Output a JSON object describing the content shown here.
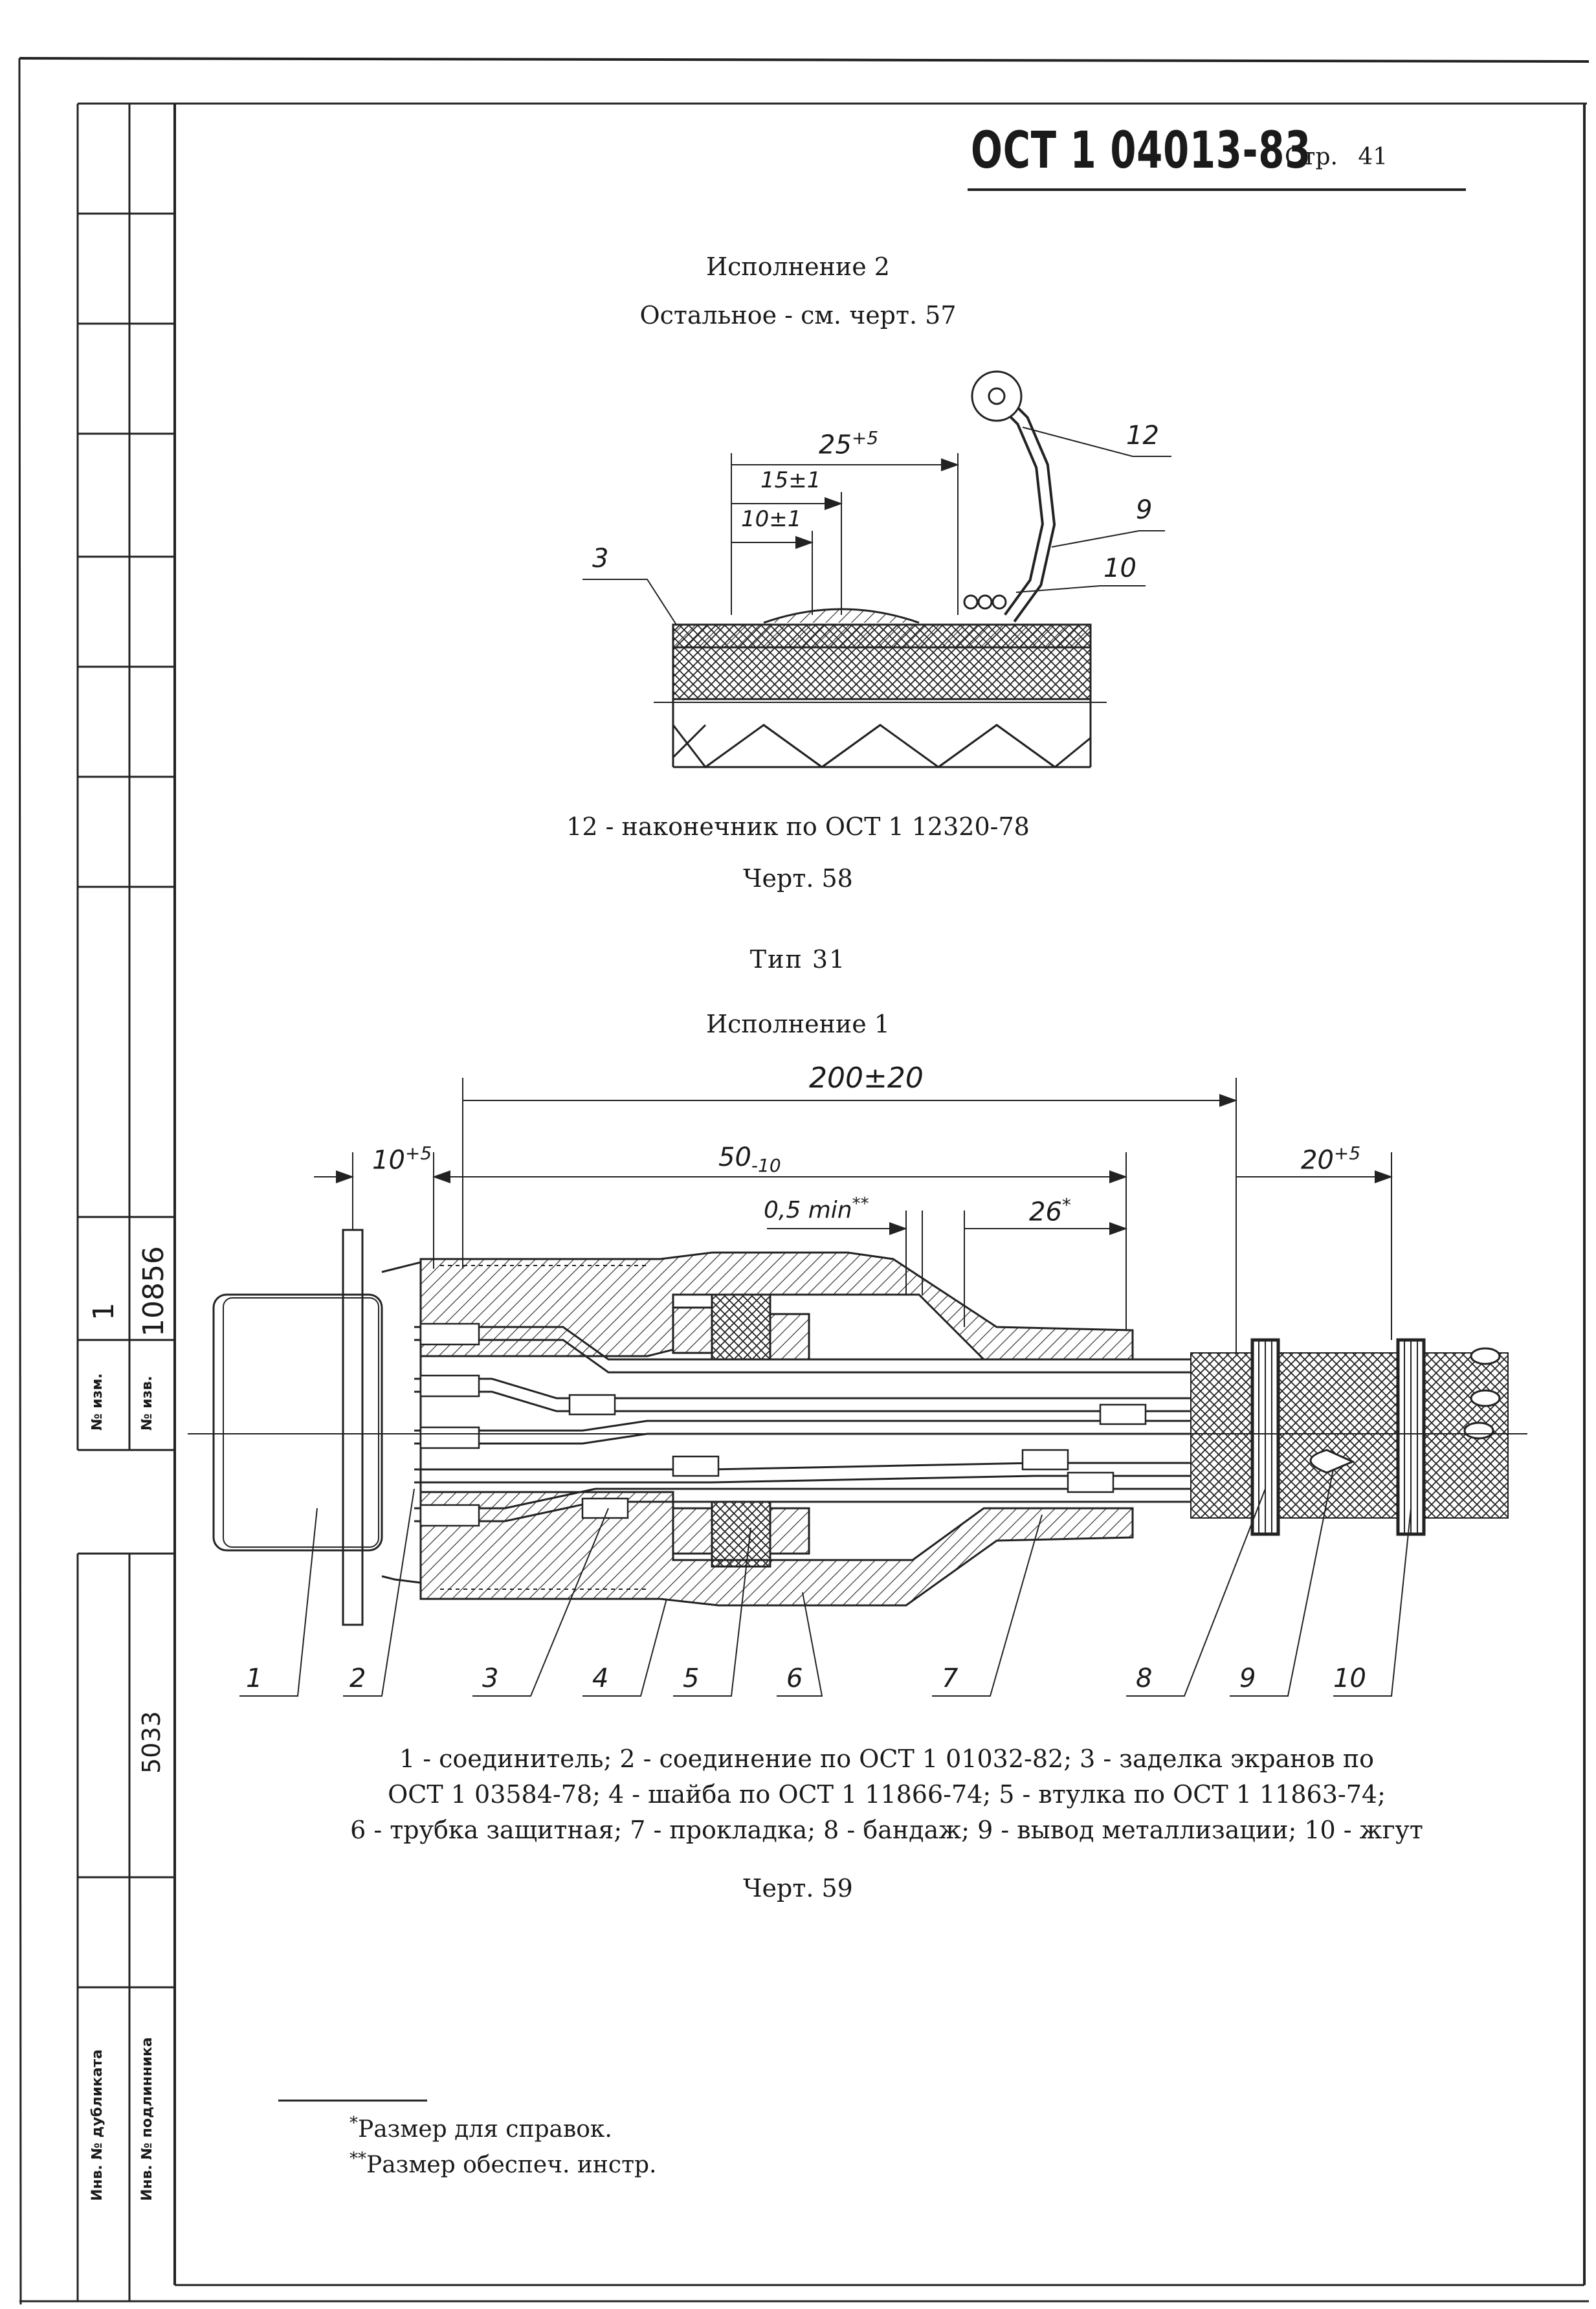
{
  "header": {
    "code": "ОСТ 1 04013-83",
    "page_prefix": "Стр.",
    "page_number": "41"
  },
  "top_figure": {
    "caption_line1": "Исполнение 2",
    "caption_line2": "Остальное - см. черт. 57",
    "dims": {
      "d25": "25",
      "d25_tol": "+5",
      "d15": "15±1",
      "d10": "10±1"
    },
    "callouts": [
      "3",
      "12",
      "9",
      "10"
    ],
    "note": "12 - наконечник по ОСТ 1 12320-78",
    "drawing_no": "Черт. 58"
  },
  "type_title": "Тип 31",
  "variant_title": "Исполнение 1",
  "bottom_figure": {
    "dims": {
      "d200": "200±20",
      "d10": "10",
      "d10_tol": "+5",
      "d50": "50",
      "d50_tol": "-10",
      "d05": "0,5 min",
      "d05_mark": "**",
      "d26": "26",
      "d26_mark": "*",
      "d20": "20",
      "d20_tol": "+5"
    },
    "callouts": [
      "1",
      "2",
      "3",
      "4",
      "5",
      "6",
      "7",
      "8",
      "9",
      "10"
    ],
    "legend_line1": "1 - соединитель; 2 - соединение по ОСТ 1 01032-82; 3 - заделка экранов по",
    "legend_line2": "ОСТ 1 03584-78; 4 - шайба по ОСТ 1 11866-74; 5 - втулка по ОСТ 1 11863-74;",
    "legend_line3": "6 - трубка защитная; 7 - прокладка; 8 - бандаж; 9 - вывод металлизации; 10 - жгут",
    "drawing_no": "Черт. 59"
  },
  "footnotes": {
    "n1_mark": "*",
    "n1_text": "Размер для справок.",
    "n2_mark": "**",
    "n2_text": "Размер обеспеч. инстр."
  },
  "side_stamp": {
    "izm_label": "№ изм.",
    "izv_label": "№ изв.",
    "izm_value": "1",
    "izv_value": "10856",
    "inv_value": "5033",
    "dubl_label": "Инв. № дубликата",
    "podl_label": "Инв. № подлинника"
  }
}
